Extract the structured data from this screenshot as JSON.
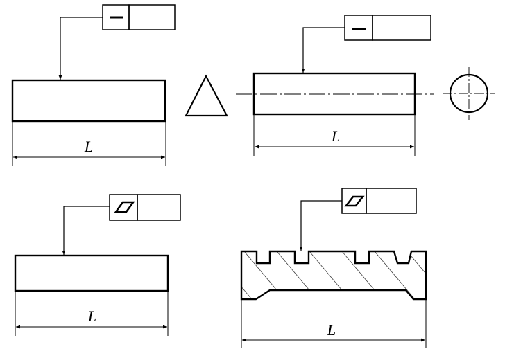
{
  "figures": [
    {
      "id": "top-left",
      "tolerance": "straightness",
      "dimension_label": "L"
    },
    {
      "id": "top-right",
      "tolerance": "straightness",
      "dimension_label": "L"
    },
    {
      "id": "bottom-left",
      "tolerance": "flatness",
      "dimension_label": "L"
    },
    {
      "id": "bottom-right",
      "tolerance": "flatness",
      "dimension_label": "L"
    }
  ],
  "side_views": [
    "triangle",
    "circle"
  ],
  "colors": {
    "line": "#000000",
    "background": "#ffffff"
  }
}
